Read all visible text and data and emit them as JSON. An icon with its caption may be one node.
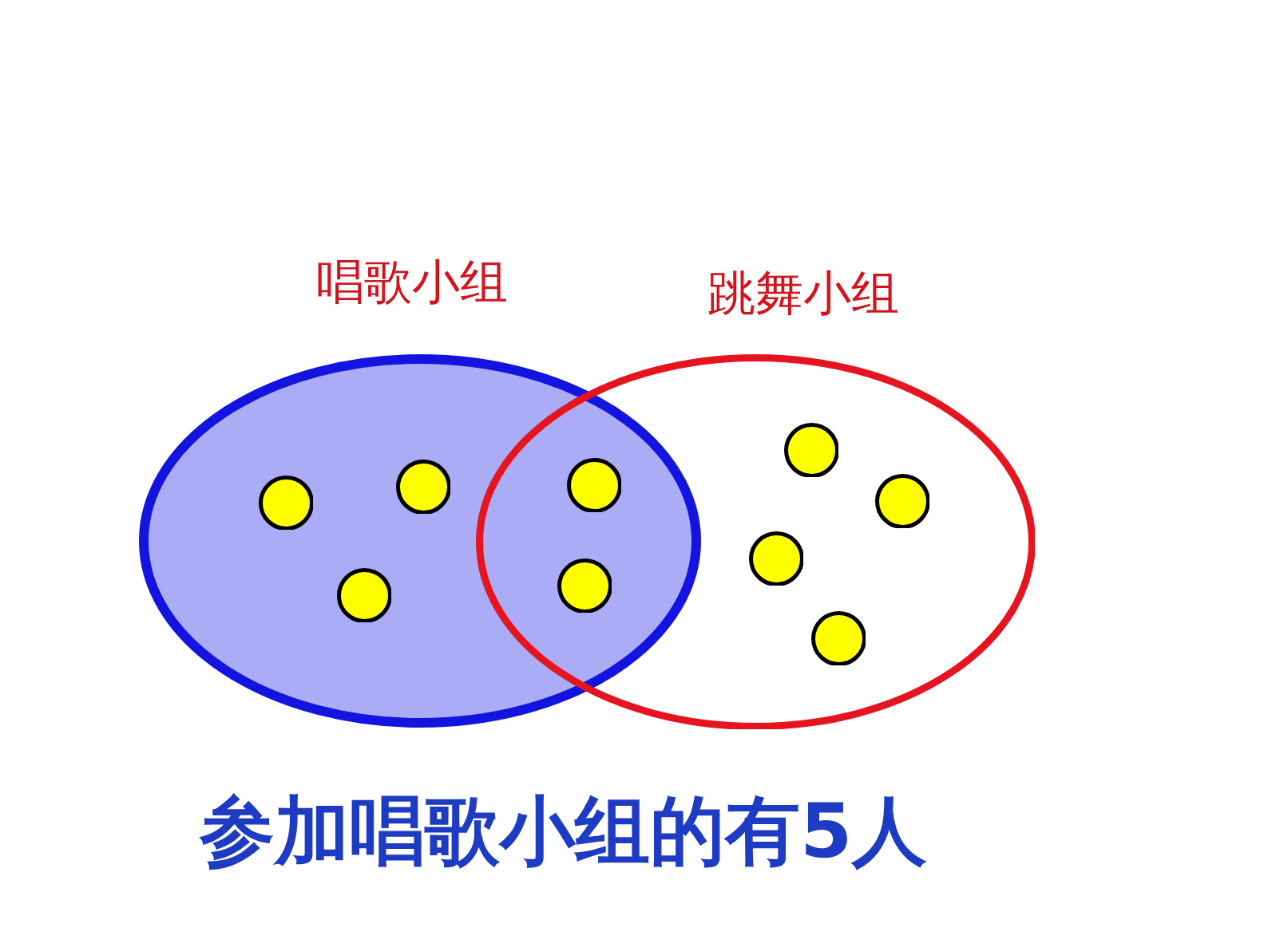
{
  "diagram": {
    "caption": "参加唱歌小组的有5人",
    "nodes": [
      {
        "text": [
          "唱歌小组"
        ]
      },
      {
        "text": [
          "跳舞小组"
        ]
      },
      {
        "text": [],
        "shape": "circle",
        "in": 0
      },
      {
        "text": [],
        "shape": "circle",
        "in": 0
      },
      {
        "text": [],
        "shape": "circle",
        "in": 0
      },
      {
        "text": [],
        "shape": "circle"
      },
      {
        "text": [],
        "shape": "circle"
      },
      {
        "text": [],
        "shape": "circle",
        "in": 1
      },
      {
        "text": [],
        "shape": "circle",
        "in": 1
      },
      {
        "text": [],
        "shape": "circle",
        "in": 1
      },
      {
        "text": [],
        "shape": "circle",
        "in": 1
      }
    ]
  }
}
